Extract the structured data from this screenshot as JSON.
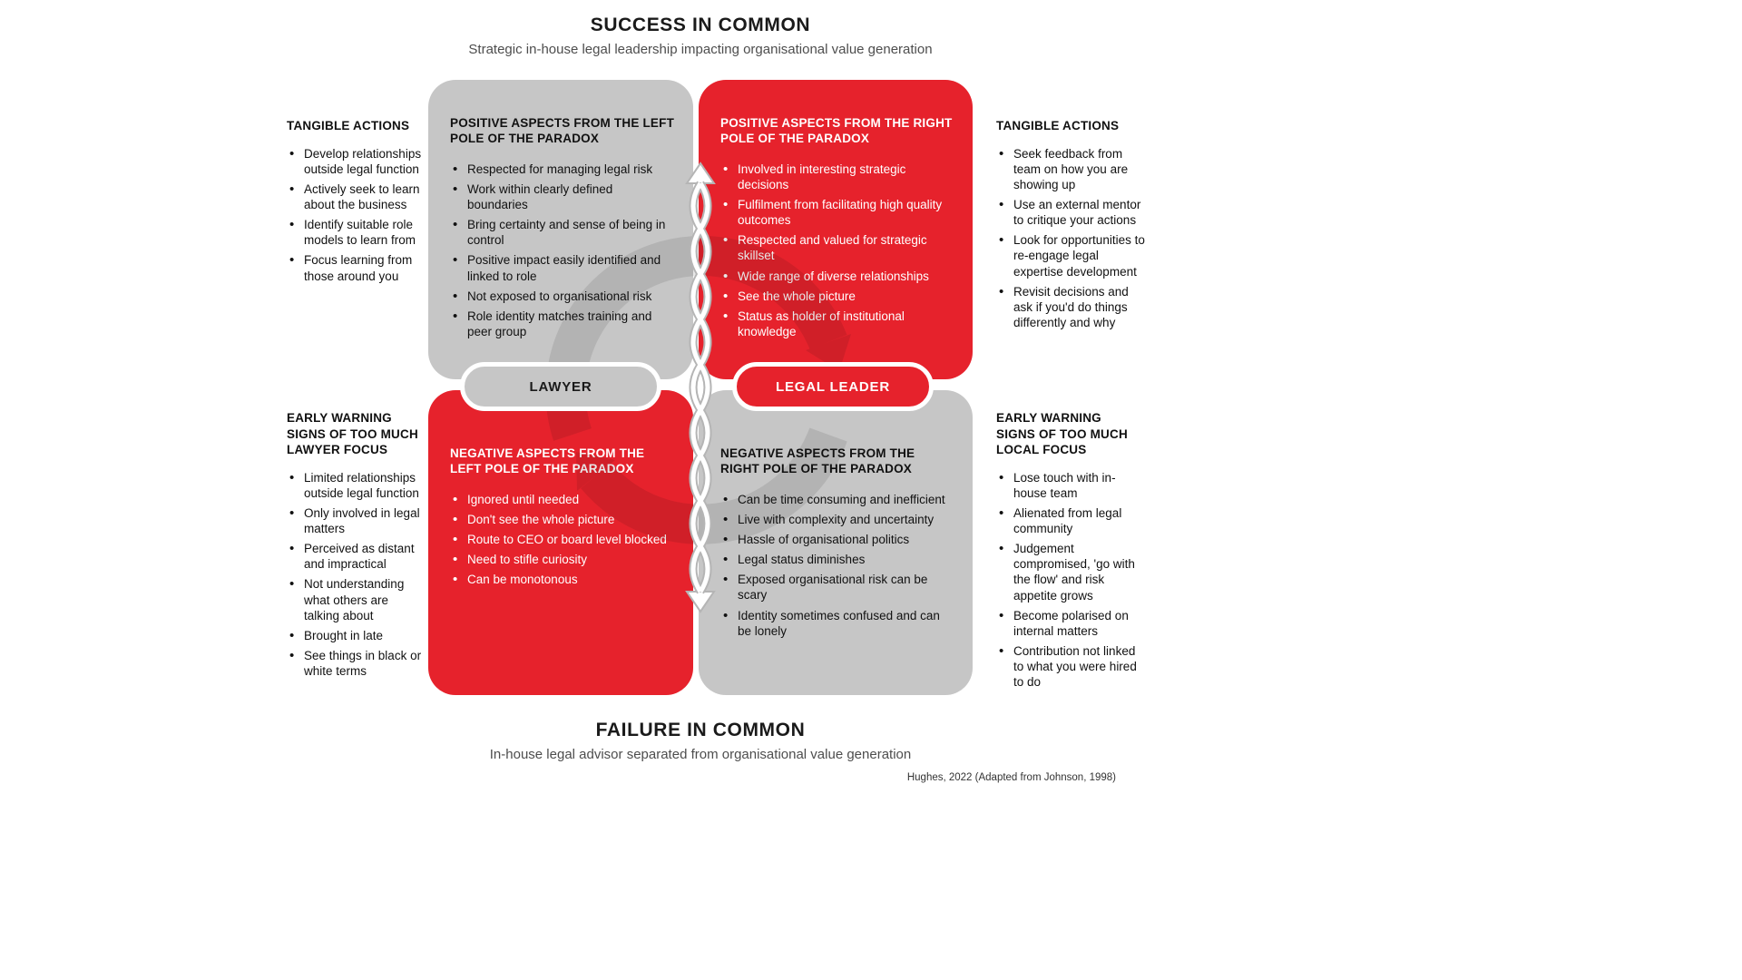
{
  "header": {
    "title": "SUCCESS IN COMMON",
    "subtitle": "Strategic in-house legal leadership impacting organisational value generation"
  },
  "footer": {
    "title": "FAILURE IN COMMON",
    "subtitle": "In-house legal advisor separated from organisational value generation",
    "credit": "Hughes, 2022 (Adapted from Johnson, 1998)"
  },
  "poles": {
    "left_label": "LAWYER",
    "right_label": "LEGAL LEADER"
  },
  "colors": {
    "red": "#E6222C",
    "gray": "#C6C6C6"
  },
  "quadrants": {
    "top_left": {
      "heading": "POSITIVE ASPECTS FROM THE LEFT POLE OF THE PARADOX",
      "items": [
        "Respected for managing legal risk",
        "Work within clearly defined boundaries",
        "Bring certainty and sense of being in control",
        "Positive impact easily identified and linked to role",
        "Not exposed to organisational risk",
        "Role identity matches training and peer group"
      ]
    },
    "top_right": {
      "heading": "POSITIVE ASPECTS FROM THE RIGHT POLE OF THE PARADOX",
      "items": [
        "Involved in interesting strategic decisions",
        "Fulfilment from facilitating high quality outcomes",
        "Respected and valued for strategic skillset",
        "Wide range of diverse relationships",
        "See the whole picture",
        "Status as holder of institutional knowledge"
      ]
    },
    "bottom_left": {
      "heading": "NEGATIVE ASPECTS FROM THE LEFT POLE OF THE PARADOX",
      "items": [
        "Ignored until needed",
        "Don't see the whole picture",
        "Route to CEO or board level blocked",
        "Need to stifle curiosity",
        "Can be monotonous"
      ]
    },
    "bottom_right": {
      "heading": "NEGATIVE ASPECTS FROM THE RIGHT POLE OF THE PARADOX",
      "items": [
        "Can be time consuming and inefficient",
        "Live with complexity and uncertainty",
        "Hassle of organisational politics",
        "Legal status diminishes",
        "Exposed organisational risk can be scary",
        "Identity sometimes confused and can be lonely"
      ]
    }
  },
  "side_columns": {
    "top_left": {
      "heading": "TANGIBLE ACTIONS",
      "items": [
        "Develop relationships outside legal function",
        "Actively seek to learn about the business",
        "Identify suitable role models to learn from",
        "Focus learning from those around you"
      ]
    },
    "top_right": {
      "heading": "TANGIBLE ACTIONS",
      "items": [
        "Seek feedback from team on how you are showing up",
        "Use an external mentor to critique your actions",
        "Look for opportunities to re-engage legal expertise development",
        "Revisit decisions and ask if you'd do things differently and why"
      ]
    },
    "bottom_left": {
      "heading": "EARLY WARNING SIGNS OF TOO MUCH LAWYER FOCUS",
      "items": [
        "Limited relationships outside legal function",
        "Only involved in legal matters",
        "Perceived as distant and impractical",
        "Not understanding what others are talking about",
        "Brought in late",
        "See things in black or white terms"
      ]
    },
    "bottom_right": {
      "heading": "EARLY WARNING SIGNS OF TOO MUCH LOCAL FOCUS",
      "items": [
        "Lose touch with in-house team",
        "Alienated from legal community",
        "Judgement compromised, 'go with the flow' and risk appetite grows",
        "Become polarised on internal matters",
        "Contribution not linked to what you were hired to do"
      ]
    }
  }
}
